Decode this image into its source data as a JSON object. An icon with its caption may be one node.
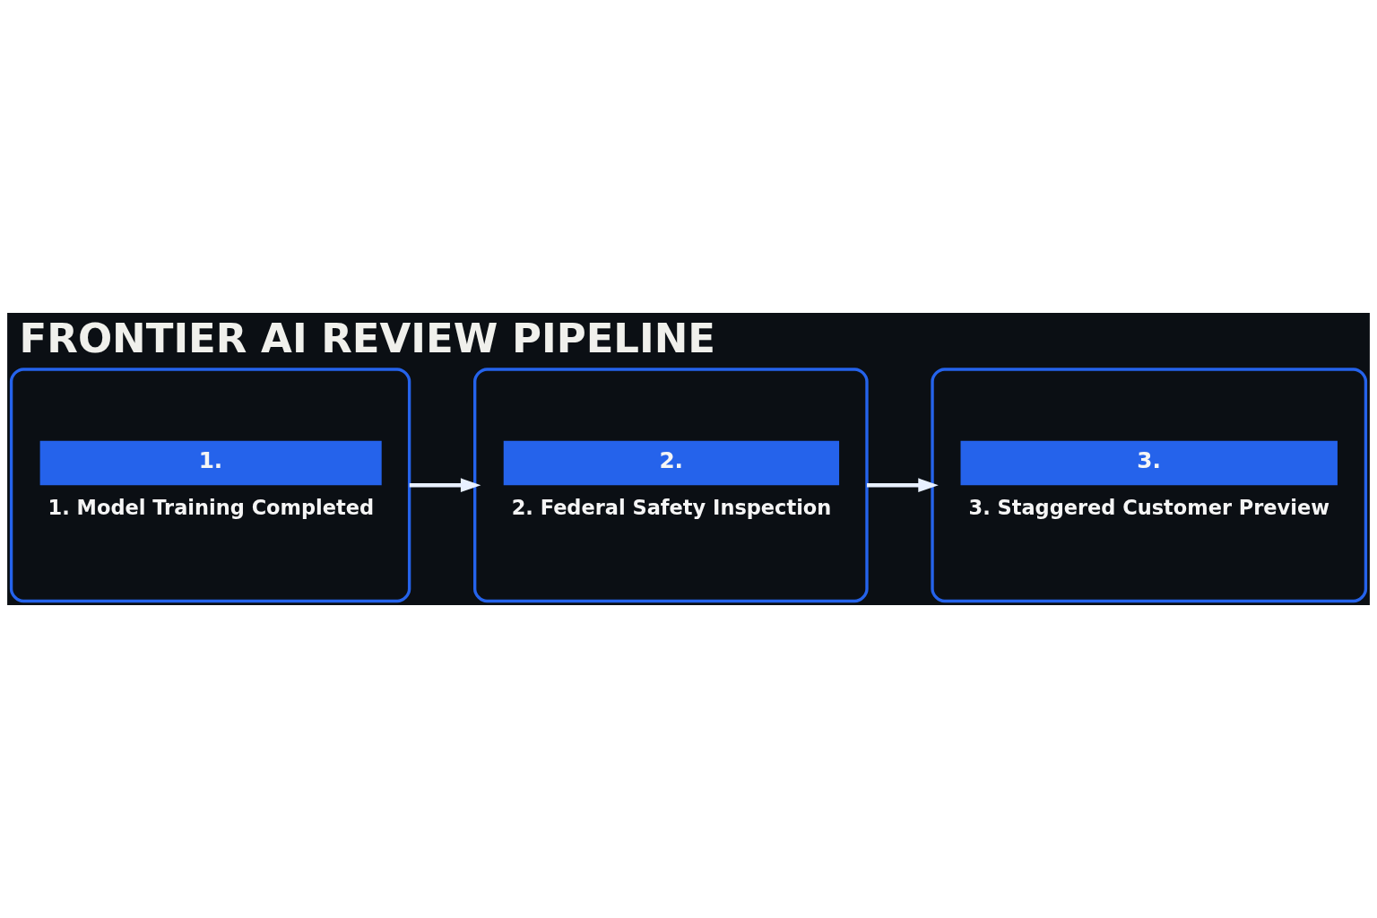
{
  "diagram": {
    "title": "FRONTIER AI REVIEW PIPELINE",
    "nodes": [
      {
        "text": [
          "1.",
          "1. Model Training Completed"
        ]
      },
      {
        "text": [
          "2.",
          "2. Federal Safety Inspection"
        ]
      },
      {
        "text": [
          "3.",
          "3. Staggered Customer Preview"
        ]
      }
    ],
    "edges": [
      {
        "from": 0,
        "to": 1,
        "arrow": "to"
      },
      {
        "from": 1,
        "to": 2,
        "arrow": "to"
      }
    ]
  }
}
